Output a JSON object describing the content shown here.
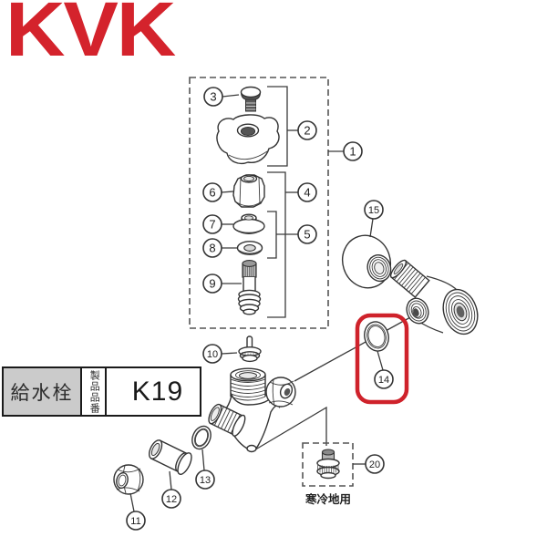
{
  "brand": {
    "name": "KVK",
    "logo_color": "#d4232c"
  },
  "product_table": {
    "product_name": "給水栓",
    "product_code_label": "製品品番",
    "product_code": "K19"
  },
  "diagram": {
    "cold_region_label": "寒冷地用",
    "highlight_color": "#cf222b",
    "highlighted_callout": "14",
    "callouts": {
      "1": "1",
      "2": "2",
      "3": "3",
      "4": "4",
      "5": "5",
      "6": "6",
      "7": "7",
      "8": "8",
      "9": "9",
      "10": "10",
      "11": "11",
      "12": "12",
      "13": "13",
      "14": "14",
      "15": "15",
      "20": "20"
    }
  }
}
